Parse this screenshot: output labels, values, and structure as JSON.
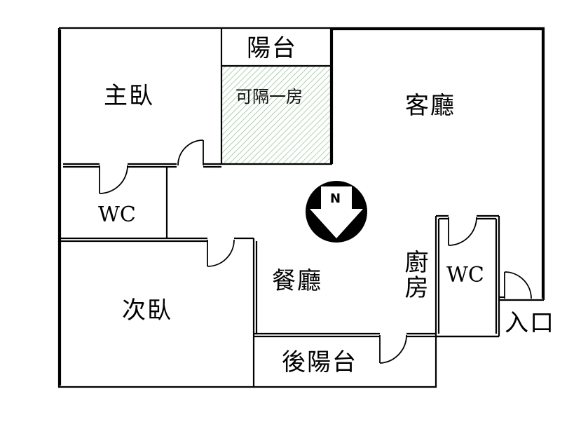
{
  "rooms": {
    "balcony": "陽台",
    "partition_room": "可隔一房",
    "master_bedroom": "主臥",
    "living_room": "客廳",
    "wc_left": "WC",
    "wc_right": "WC",
    "dining_room": "餐廳",
    "kitchen": "廚房",
    "second_bedroom": "次臥",
    "back_balcony": "後陽台",
    "entrance": "入口"
  },
  "compass": {
    "letter": "N",
    "direction": "north",
    "icon": "north-arrow-icon"
  },
  "colors": {
    "wall": "#000000",
    "hatch": "#8cc08c",
    "background": "#ffffff"
  }
}
